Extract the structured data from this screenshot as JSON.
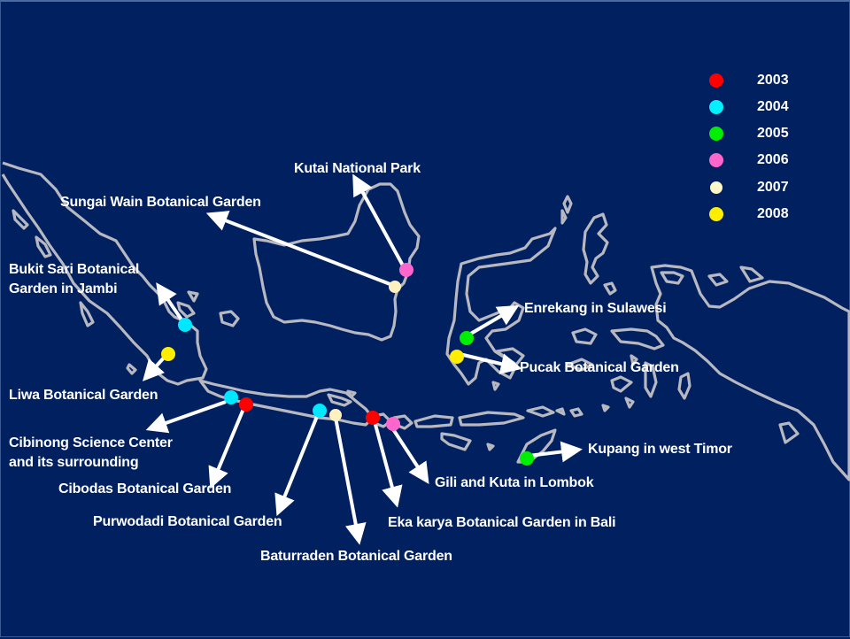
{
  "map": {
    "region": "Indonesia",
    "background_color": "#002060",
    "coastline_color": "#b8b8c0"
  },
  "legend": {
    "items": [
      {
        "year": "2003",
        "color": "#ff0000"
      },
      {
        "year": "2004",
        "color": "#00f0ff"
      },
      {
        "year": "2005",
        "color": "#00ee00"
      },
      {
        "year": "2006",
        "color": "#ff66cc"
      },
      {
        "year": "2007",
        "color": "#fff8c8"
      },
      {
        "year": "2008",
        "color": "#ffee00"
      }
    ]
  },
  "sites": [
    {
      "name": "Kutai National Park",
      "year": "2006"
    },
    {
      "name": "Sungai Wain Botanical Garden",
      "year": "2007"
    },
    {
      "name_line1": "Bukit Sari Botanical",
      "name_line2": "Garden in Jambi",
      "year": "2004"
    },
    {
      "name": "Liwa Botanical Garden",
      "year": "2008"
    },
    {
      "name_line1": "Cibinong Science Center",
      "name_line2": "and its surrounding",
      "year": "2004"
    },
    {
      "name": "Cibodas Botanical Garden",
      "year": "2003"
    },
    {
      "name": "Purwodadi Botanical Garden",
      "year": "2004"
    },
    {
      "name": "Baturraden Botanical Garden",
      "year": "2007"
    },
    {
      "name": "Eka karya Botanical Garden in Bali",
      "year": "2003"
    },
    {
      "name": "Gili and Kuta in Lombok",
      "year": "2006"
    },
    {
      "name": "Enrekang in Sulawesi",
      "year": "2005"
    },
    {
      "name": "Pucak Botanical Garden",
      "year": "2008"
    },
    {
      "name": "Kupang in west Timor",
      "year": "2005"
    }
  ]
}
